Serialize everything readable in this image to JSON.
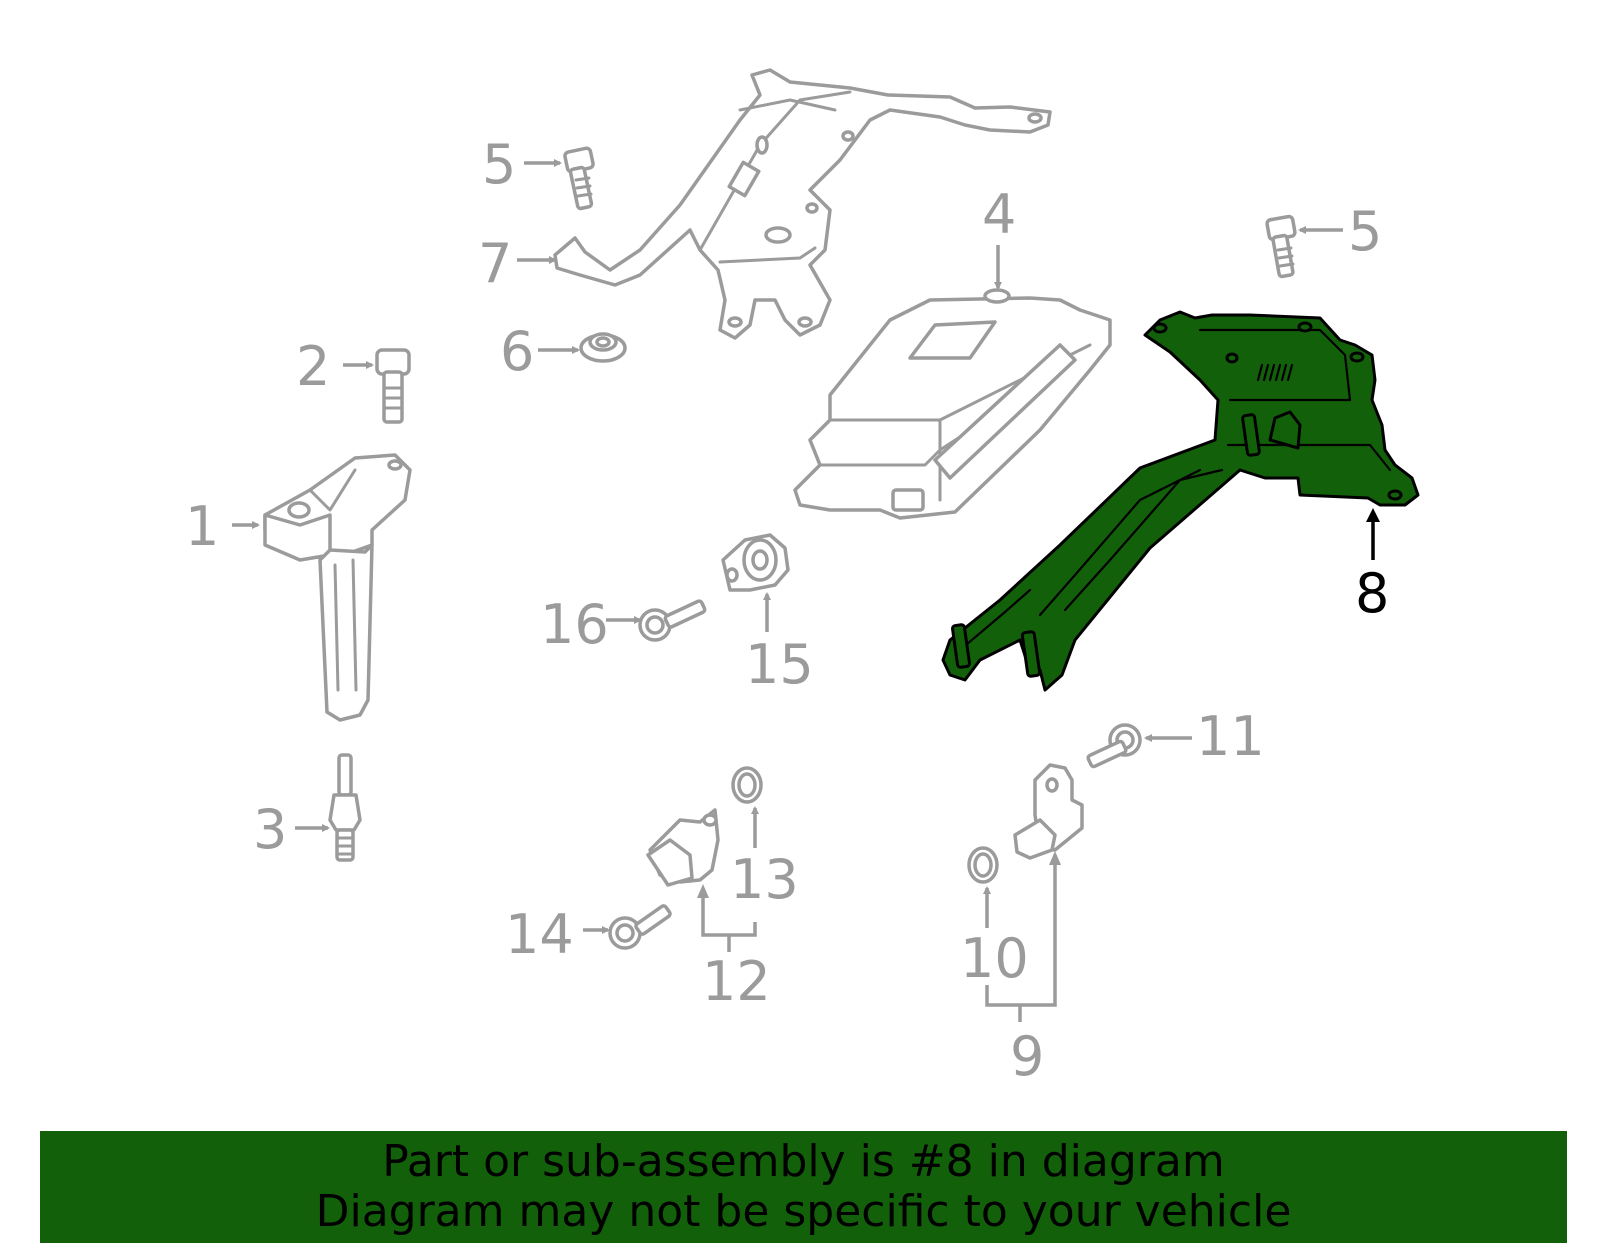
{
  "callouts": {
    "c1": "1",
    "c2": "2",
    "c3": "3",
    "c4": "4",
    "c5a": "5",
    "c5b": "5",
    "c6": "6",
    "c7": "7",
    "c8": "8",
    "c9": "9",
    "c10": "10",
    "c11": "11",
    "c12": "12",
    "c13": "13",
    "c14": "14",
    "c15": "15",
    "c16": "16"
  },
  "highlighted_part": "8",
  "colors": {
    "highlight": "#13600a",
    "outline": "#9b9b9b",
    "banner": "#13600a",
    "text": "#000000"
  },
  "banner": {
    "line1": "Part or sub-assembly is #8 in diagram",
    "line2": "Diagram may not be specific to your vehicle"
  }
}
